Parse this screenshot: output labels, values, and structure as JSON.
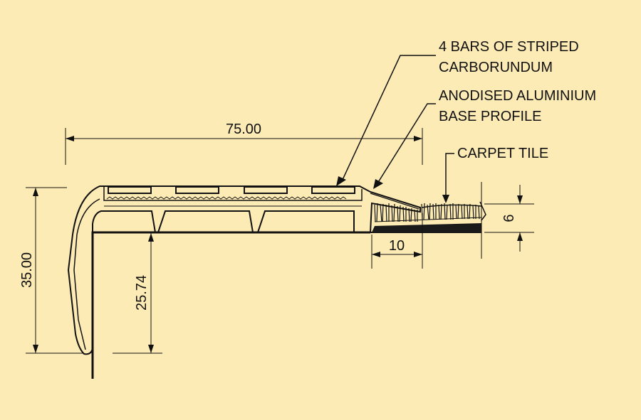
{
  "colors": {
    "background": "#fdebb5",
    "line": "#111111",
    "carpet_backing": "#1a1a1a"
  },
  "annotations": {
    "carborundum_line1": "4 BARS OF STRIPED",
    "carborundum_line2": "CARBORUNDUM",
    "profile_line1": "ANODISED ALUMINIUM",
    "profile_line2": "BASE PROFILE",
    "carpet": "CARPET TILE"
  },
  "dimensions": {
    "tread_width": "75.00",
    "total_height": "35.00",
    "nosing_height": "25.74",
    "carpet_overlap": "10",
    "carpet_thickness": "6"
  }
}
